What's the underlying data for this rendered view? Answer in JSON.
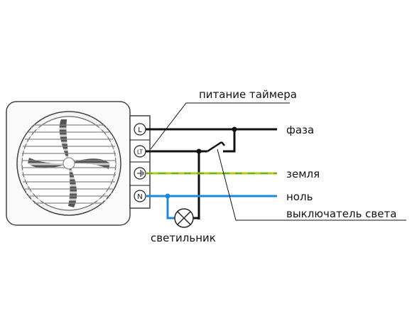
{
  "labels": {
    "timer_power": "питание таймера",
    "phase": "фаза",
    "earth": "земля",
    "neutral": "ноль",
    "light_switch": "выключатель света",
    "lamp": "светильник"
  },
  "terminals": {
    "l": "L",
    "lt": "LT",
    "n": "N"
  },
  "colors": {
    "phase_wire": "#111111",
    "earth_wire": "#b5c91a",
    "earth_stripe": "#3a9a3a",
    "neutral_wire": "#1e88d8",
    "outline": "#444444",
    "fan_blade": "#555555",
    "fan_face": "#f4f4f4"
  },
  "icons": {
    "fan": "exhaust-fan-icon",
    "lamp": "lamp-symbol-icon",
    "ground": "ground-symbol-icon",
    "switch": "switch-symbol-icon"
  }
}
